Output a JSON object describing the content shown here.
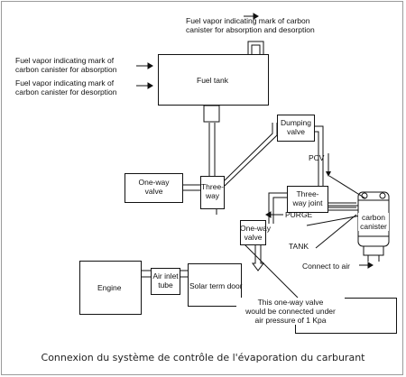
{
  "labels": {
    "top_mark": [
      "Fuel vapor indicating mark of carbon",
      "canister for absorption and desorption"
    ],
    "absorption_mark": [
      "Fuel vapor indicating mark of",
      "carbon canister for absorption"
    ],
    "desorption_mark": [
      "Fuel vapor indicating mark of",
      "carbon canister for desorption"
    ],
    "fuel_tank": "Fuel tank",
    "dumping_valve": [
      "Dumping",
      "valve"
    ],
    "pcv": "PCV",
    "one_way_valve_left": [
      "One-way",
      "valve"
    ],
    "three_way": [
      "Three-",
      "way"
    ],
    "three_way_joint": [
      "Three-",
      "way joint"
    ],
    "purge": "PURGE",
    "carbon_canister": [
      "carbon",
      "canister"
    ],
    "one_way_valve_center": [
      "One-way",
      "valve"
    ],
    "tank": "TANK",
    "connect_to_air": "Connect to air",
    "engine": "Engine",
    "air_inlet_tube": [
      "Air inlet",
      "tube"
    ],
    "solar_term_door": "Solar term door",
    "valve_note": [
      "This one-way valve",
      "would be connected under",
      "air pressure of 1 Kpa"
    ]
  },
  "caption": "Connexion du système de contrôle de l'évaporation du carburant"
}
